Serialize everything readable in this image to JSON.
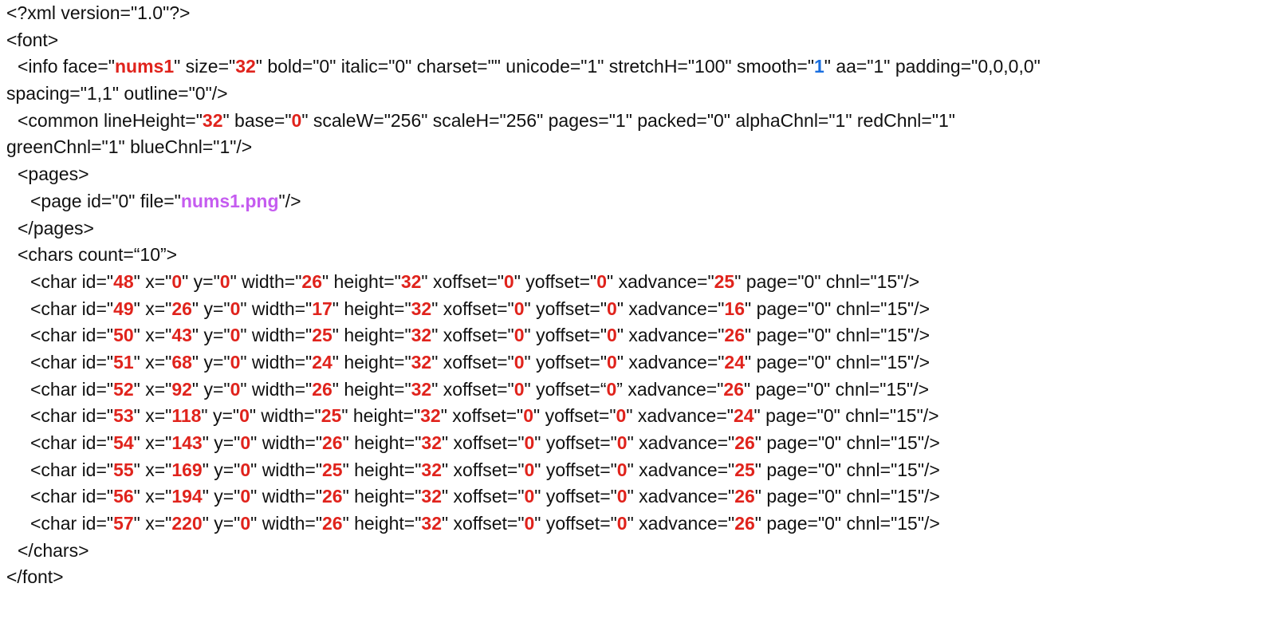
{
  "colors": {
    "text": "#111111",
    "red": "#e0231c",
    "blue": "#1a6fe0",
    "purple": "#c55cf0"
  },
  "lines": [
    {
      "indent": 8,
      "segments": [
        {
          "t": "<?xml version=\"1.0\"?>"
        }
      ]
    },
    {
      "indent": 8,
      "segments": [
        {
          "t": "<font>"
        }
      ]
    },
    {
      "indent": 22,
      "segments": [
        {
          "t": "<info face=\""
        },
        {
          "t": "nums1",
          "c": "r"
        },
        {
          "t": "\" size=\""
        },
        {
          "t": "32",
          "c": "r"
        },
        {
          "t": "\" bold=\"0\" italic=\"0\" charset=\"\" unicode=\"1\" stretchH=\"100\" smooth=\""
        },
        {
          "t": "1",
          "c": "b"
        },
        {
          "t": "\" aa=\"1\" padding=\"0,0,0,0\""
        }
      ]
    },
    {
      "indent": 8,
      "segments": [
        {
          "t": "spacing=\"1,1\" outline=\"0\"/>"
        }
      ]
    },
    {
      "indent": 22,
      "segments": [
        {
          "t": "<common lineHeight=\""
        },
        {
          "t": "32",
          "c": "r"
        },
        {
          "t": "\" base=\""
        },
        {
          "t": "0",
          "c": "r"
        },
        {
          "t": "\" scaleW=\"256\" scaleH=\"256\" pages=\"1\" packed=\"0\" alphaChnl=\"1\" redChnl=\"1\""
        }
      ]
    },
    {
      "indent": 8,
      "segments": [
        {
          "t": "greenChnl=\"1\" blueChnl=\"1\"/>"
        }
      ]
    },
    {
      "indent": 22,
      "segments": [
        {
          "t": "<pages>"
        }
      ]
    },
    {
      "indent": 38,
      "segments": [
        {
          "t": "<page id=\"0\" file=\""
        },
        {
          "t": "nums1.png",
          "c": "p"
        },
        {
          "t": "\"/>"
        }
      ]
    },
    {
      "indent": 22,
      "segments": [
        {
          "t": "</pages>"
        }
      ]
    },
    {
      "indent": 22,
      "segments": [
        {
          "t": "<chars count=“10”>"
        }
      ]
    },
    {
      "indent": 38,
      "segments": [
        {
          "t": "<char id=\""
        },
        {
          "t": "48",
          "c": "r"
        },
        {
          "t": "\" x=\""
        },
        {
          "t": "0",
          "c": "r"
        },
        {
          "t": "\" y=\""
        },
        {
          "t": "0",
          "c": "r"
        },
        {
          "t": "\" width=\""
        },
        {
          "t": "26",
          "c": "r"
        },
        {
          "t": "\" height=\""
        },
        {
          "t": "32",
          "c": "r"
        },
        {
          "t": "\" xoffset=\""
        },
        {
          "t": "0",
          "c": "r"
        },
        {
          "t": "\" yoffset=\""
        },
        {
          "t": "0",
          "c": "r"
        },
        {
          "t": "\" xadvance=\""
        },
        {
          "t": "25",
          "c": "r"
        },
        {
          "t": "\" page=\"0\" chnl=\"15\"/>"
        }
      ]
    },
    {
      "indent": 38,
      "segments": [
        {
          "t": "<char id=\""
        },
        {
          "t": "49",
          "c": "r"
        },
        {
          "t": "\" x=\""
        },
        {
          "t": "26",
          "c": "r"
        },
        {
          "t": "\" y=\""
        },
        {
          "t": "0",
          "c": "r"
        },
        {
          "t": "\" width=\""
        },
        {
          "t": "17",
          "c": "r"
        },
        {
          "t": "\" height=\""
        },
        {
          "t": "32",
          "c": "r"
        },
        {
          "t": "\" xoffset=\""
        },
        {
          "t": "0",
          "c": "r"
        },
        {
          "t": "\" yoffset=\""
        },
        {
          "t": "0",
          "c": "r"
        },
        {
          "t": "\" xadvance=\""
        },
        {
          "t": "16",
          "c": "r"
        },
        {
          "t": "\" page=\"0\" chnl=\"15\"/>"
        }
      ]
    },
    {
      "indent": 38,
      "segments": [
        {
          "t": "<char id=\""
        },
        {
          "t": "50",
          "c": "r"
        },
        {
          "t": "\" x=\""
        },
        {
          "t": "43",
          "c": "r"
        },
        {
          "t": "\" y=\""
        },
        {
          "t": "0",
          "c": "r"
        },
        {
          "t": "\" width=\""
        },
        {
          "t": "25",
          "c": "r"
        },
        {
          "t": "\" height=\""
        },
        {
          "t": "32",
          "c": "r"
        },
        {
          "t": "\" xoffset=\""
        },
        {
          "t": "0",
          "c": "r"
        },
        {
          "t": "\" yoffset=\""
        },
        {
          "t": "0",
          "c": "r"
        },
        {
          "t": "\" xadvance=\""
        },
        {
          "t": "26",
          "c": "r"
        },
        {
          "t": "\" page=\"0\" chnl=\"15\"/>"
        }
      ]
    },
    {
      "indent": 38,
      "segments": [
        {
          "t": "<char id=\""
        },
        {
          "t": "51",
          "c": "r"
        },
        {
          "t": "\" x=\""
        },
        {
          "t": "68",
          "c": "r"
        },
        {
          "t": "\" y=\""
        },
        {
          "t": "0",
          "c": "r"
        },
        {
          "t": "\" width=\""
        },
        {
          "t": "24",
          "c": "r"
        },
        {
          "t": "\" height=\""
        },
        {
          "t": "32",
          "c": "r"
        },
        {
          "t": "\" xoffset=\""
        },
        {
          "t": "0",
          "c": "r"
        },
        {
          "t": "\" yoffset=\""
        },
        {
          "t": "0",
          "c": "r"
        },
        {
          "t": "\" xadvance=\""
        },
        {
          "t": "24",
          "c": "r"
        },
        {
          "t": "\" page=\"0\" chnl=\"15\"/>"
        }
      ]
    },
    {
      "indent": 38,
      "segments": [
        {
          "t": "<char id=\""
        },
        {
          "t": "52",
          "c": "r"
        },
        {
          "t": "\" x=\""
        },
        {
          "t": "92",
          "c": "r"
        },
        {
          "t": "\" y=\""
        },
        {
          "t": "0",
          "c": "r"
        },
        {
          "t": "\" width=\""
        },
        {
          "t": "26",
          "c": "r"
        },
        {
          "t": "\" height=\""
        },
        {
          "t": "32",
          "c": "r"
        },
        {
          "t": "\" xoffset=\""
        },
        {
          "t": "0",
          "c": "r"
        },
        {
          "t": "\" yoffset=“"
        },
        {
          "t": "0",
          "c": "r"
        },
        {
          "t": "” xadvance=\""
        },
        {
          "t": "26",
          "c": "r"
        },
        {
          "t": "\" page=\"0\" chnl=\"15\"/>"
        }
      ]
    },
    {
      "indent": 38,
      "segments": [
        {
          "t": "<char id=\""
        },
        {
          "t": "53",
          "c": "r"
        },
        {
          "t": "\" x=\""
        },
        {
          "t": "118",
          "c": "r"
        },
        {
          "t": "\" y=\""
        },
        {
          "t": "0",
          "c": "r"
        },
        {
          "t": "\" width=\""
        },
        {
          "t": "25",
          "c": "r"
        },
        {
          "t": "\" height=\""
        },
        {
          "t": "32",
          "c": "r"
        },
        {
          "t": "\" xoffset=\""
        },
        {
          "t": "0",
          "c": "r"
        },
        {
          "t": "\" yoffset=\""
        },
        {
          "t": "0",
          "c": "r"
        },
        {
          "t": "\" xadvance=\""
        },
        {
          "t": "24",
          "c": "r"
        },
        {
          "t": "\" page=\"0\" chnl=\"15\"/>"
        }
      ]
    },
    {
      "indent": 38,
      "segments": [
        {
          "t": "<char id=\""
        },
        {
          "t": "54",
          "c": "r"
        },
        {
          "t": "\" x=\""
        },
        {
          "t": "143",
          "c": "r"
        },
        {
          "t": "\" y=\""
        },
        {
          "t": "0",
          "c": "r"
        },
        {
          "t": "\" width=\""
        },
        {
          "t": "26",
          "c": "r"
        },
        {
          "t": "\" height=\""
        },
        {
          "t": "32",
          "c": "r"
        },
        {
          "t": "\" xoffset=\""
        },
        {
          "t": "0",
          "c": "r"
        },
        {
          "t": "\" yoffset=\""
        },
        {
          "t": "0",
          "c": "r"
        },
        {
          "t": "\" xadvance=\""
        },
        {
          "t": "26",
          "c": "r"
        },
        {
          "t": "\" page=\"0\" chnl=\"15\"/>"
        }
      ]
    },
    {
      "indent": 38,
      "segments": [
        {
          "t": "<char id=\""
        },
        {
          "t": "55",
          "c": "r"
        },
        {
          "t": "\" x=\""
        },
        {
          "t": "169",
          "c": "r"
        },
        {
          "t": "\" y=\""
        },
        {
          "t": "0",
          "c": "r"
        },
        {
          "t": "\" width=\""
        },
        {
          "t": "25",
          "c": "r"
        },
        {
          "t": "\" height=\""
        },
        {
          "t": "32",
          "c": "r"
        },
        {
          "t": "\" xoffset=\""
        },
        {
          "t": "0",
          "c": "r"
        },
        {
          "t": "\" yoffset=\""
        },
        {
          "t": "0",
          "c": "r"
        },
        {
          "t": "\" xadvance=\""
        },
        {
          "t": "25",
          "c": "r"
        },
        {
          "t": "\" page=\"0\" chnl=\"15\"/>"
        }
      ]
    },
    {
      "indent": 38,
      "segments": [
        {
          "t": "<char id=\""
        },
        {
          "t": "56",
          "c": "r"
        },
        {
          "t": "\" x=\""
        },
        {
          "t": "194",
          "c": "r"
        },
        {
          "t": "\" y=\""
        },
        {
          "t": "0",
          "c": "r"
        },
        {
          "t": "\" width=\""
        },
        {
          "t": "26",
          "c": "r"
        },
        {
          "t": "\" height=\""
        },
        {
          "t": "32",
          "c": "r"
        },
        {
          "t": "\" xoffset=\""
        },
        {
          "t": "0",
          "c": "r"
        },
        {
          "t": "\" yoffset=\""
        },
        {
          "t": "0",
          "c": "r"
        },
        {
          "t": "\" xadvance=\""
        },
        {
          "t": "26",
          "c": "r"
        },
        {
          "t": "\" page=\"0\" chnl=\"15\"/>"
        }
      ]
    },
    {
      "indent": 38,
      "segments": [
        {
          "t": "<char id=\""
        },
        {
          "t": "57",
          "c": "r"
        },
        {
          "t": "\" x=\""
        },
        {
          "t": "220",
          "c": "r"
        },
        {
          "t": "\" y=\""
        },
        {
          "t": "0",
          "c": "r"
        },
        {
          "t": "\" width=\""
        },
        {
          "t": "26",
          "c": "r"
        },
        {
          "t": "\" height=\""
        },
        {
          "t": "32",
          "c": "r"
        },
        {
          "t": "\" xoffset=\""
        },
        {
          "t": "0",
          "c": "r"
        },
        {
          "t": "\" yoffset=\""
        },
        {
          "t": "0",
          "c": "r"
        },
        {
          "t": "\" xadvance=\""
        },
        {
          "t": "26",
          "c": "r"
        },
        {
          "t": "\" page=\"0\" chnl=\"15\"/>"
        }
      ]
    },
    {
      "indent": 22,
      "segments": [
        {
          "t": "</chars>"
        }
      ]
    },
    {
      "indent": 8,
      "segments": [
        {
          "t": "</font>"
        }
      ]
    }
  ]
}
